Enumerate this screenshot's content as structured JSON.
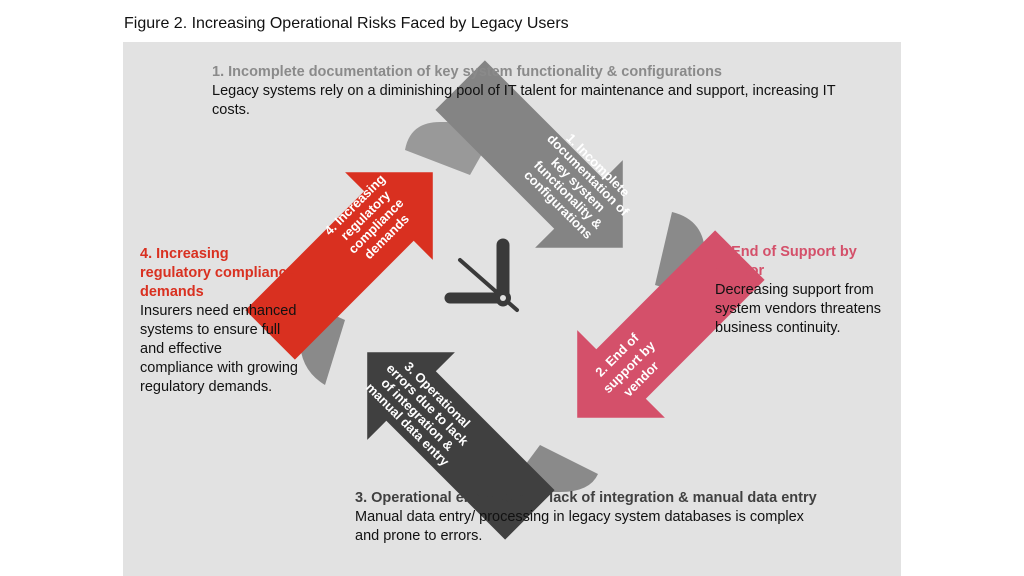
{
  "title": "Figure 2.  Increasing Operational Risks Faced by Legacy Users",
  "colors": {
    "risk1": "#848484",
    "risk2": "#d4506a",
    "risk3": "#404040",
    "risk4": "#d93020",
    "panel": "#e2e2e2"
  },
  "risks": [
    {
      "heading": "1. Incomplete documentation of key system functionality & configurations",
      "body": "Legacy systems rely on a diminishing pool of IT talent for maintenance and support, increasing IT costs.",
      "arrow_lines": [
        "1. Incomplete",
        "documentation of",
        "key system",
        "functionality &",
        "configurations"
      ]
    },
    {
      "heading": "2. End of Support by Vendor",
      "body": "Decreasing support from system vendors threatens business continuity.",
      "arrow_lines": [
        "2. End of",
        "support by",
        "vendor"
      ]
    },
    {
      "heading": "3. Operational errors due to lack of integration & manual data entry",
      "body": "Manual data entry/ processing in legacy system databases is complex and prone to errors.",
      "arrow_lines": [
        "3. Operational",
        "errors due to lack",
        "of integration &",
        "manual data entry"
      ]
    },
    {
      "heading": "4. Increasing regulatory compliance demands",
      "body": "Insurers need enhanced systems to ensure full and effective compliance with growing regulatory demands.",
      "arrow_lines": [
        "4. Increasing",
        "regulatory",
        "compliance",
        "demands"
      ]
    }
  ],
  "center_icon": "clock-icon"
}
